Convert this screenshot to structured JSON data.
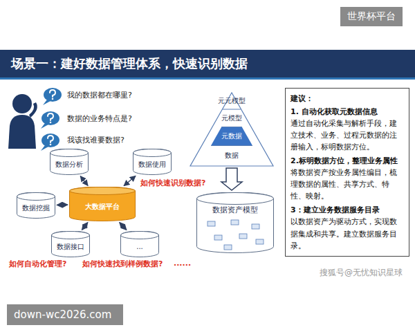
{
  "diagram": {
    "title": "场景一：建好数据管理体系，快速识别数据",
    "nodes": [
      {
        "text": [
          "数据分析"
        ]
      },
      {
        "text": [
          "数据使用"
        ]
      },
      {
        "text": [
          "数据挖掘"
        ]
      },
      {
        "text": [
          "大数据平台"
        ]
      },
      {
        "text": [
          "数据接口"
        ]
      },
      {
        "text": [
          "..."
        ]
      },
      {
        "text": [
          "元元模型"
        ]
      },
      {
        "text": [
          "元模型"
        ]
      },
      {
        "text": [
          "元数据"
        ]
      },
      {
        "text": [
          "数据"
        ]
      },
      {
        "text": [
          "数据资产模型"
        ]
      },
      {
        "text": [
          "建议：",
          "1. 自动化获取元数据信息",
          "通过自动化采集与解析手段，建立技术、业务、过程元数据的注册输入，标明数据方位。",
          "2.标明数据方位，整理业务属性",
          "将数据资产按业务属性编目，梳理数据的属性、共享方式、特性、映射。",
          "3：建立业务数据服务目录",
          "以数据资产为驱动方式，实现数据集成和共享。建立数据服务目录。"
        ]
      }
    ],
    "edges": [
      {
        "from": 3,
        "to": 0,
        "arrow": "both"
      },
      {
        "from": 3,
        "to": 1,
        "arrow": "both"
      },
      {
        "from": 3,
        "to": 2,
        "arrow": "both"
      },
      {
        "from": 3,
        "to": 4,
        "arrow": "both"
      },
      {
        "from": 3,
        "to": 5,
        "arrow": "both"
      },
      {
        "from": 9,
        "to": 10,
        "arrow": "to"
      }
    ],
    "labels": [
      "世界杯平台",
      "我的数据都在哪里?",
      "数据的业务特点是?",
      "我该找谁要数据?",
      "如何快速识别数据?",
      "如何自动化管理?",
      "如何快速找到样例数据?",
      "......",
      "搜狐号@无忧知识星球",
      "down-wc2026.com"
    ]
  }
}
